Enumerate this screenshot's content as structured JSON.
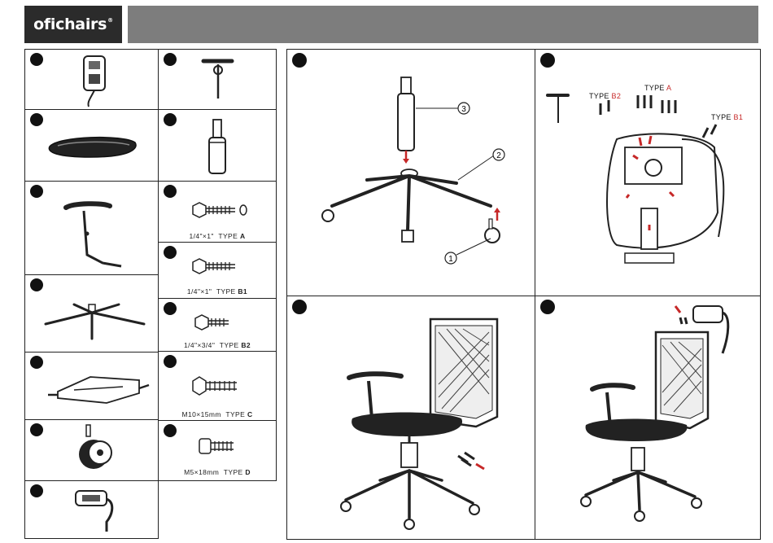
{
  "brand": {
    "name": "oficha",
    "name_tail": "irs",
    "mark": "®"
  },
  "parts": {
    "screw_a": {
      "size": "1/4\"",
      "x": "×",
      "len": "1\"",
      "type_word": "TYPE",
      "type_letter": "A"
    },
    "screw_b1": {
      "size": "1/4\"",
      "x": "×",
      "len": "1\"",
      "type_word": "TYPE",
      "type_letter": "B1"
    },
    "screw_b2": {
      "size": "1/4\"",
      "x": "×",
      "len": "3/4\"",
      "type_word": "TYPE",
      "type_letter": "B2"
    },
    "screw_c": {
      "size": "M10",
      "x": "×",
      "len": "15mm",
      "type_word": "TYPE",
      "type_letter": "C"
    },
    "screw_d": {
      "size": "M5",
      "x": "×",
      "len": "18mm",
      "type_word": "TYPE",
      "type_letter": "D"
    }
  },
  "step1": {
    "callout_1": "1",
    "callout_2": "2",
    "callout_3": "3"
  },
  "step2": {
    "type_a_word": "TYPE",
    "type_a_letter": "A",
    "type_b2_word": "TYPE",
    "type_b2_letter": "B2",
    "type_b1_word": "TYPE",
    "type_b1_letter": "B1"
  },
  "colors": {
    "banner": "#7d7d7d",
    "logo_bg": "#2b2b2b",
    "accent": "#c62828"
  }
}
